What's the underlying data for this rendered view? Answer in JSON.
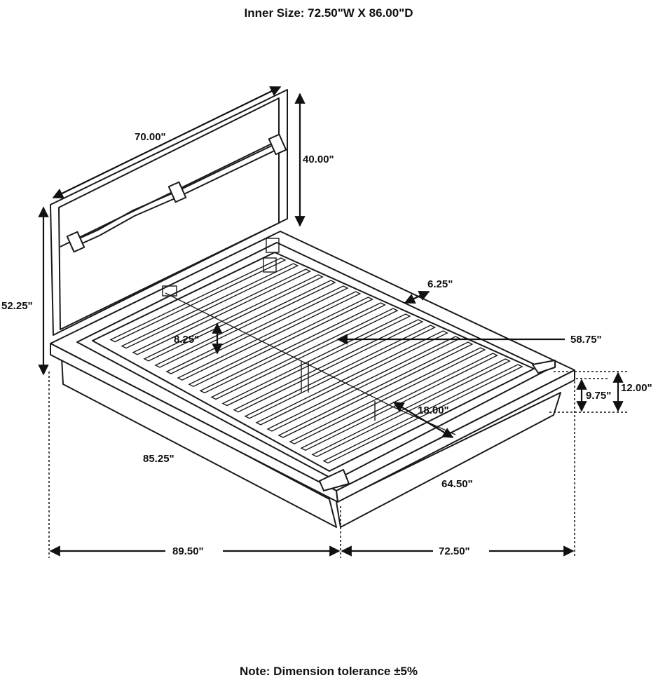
{
  "header": {
    "inner_size": "Inner Size: 72.50\"W X 86.00\"D"
  },
  "footer": {
    "note": "Note: Dimension tolerance ±5%"
  },
  "dimensions": {
    "headboard_width": "70.00\"",
    "headboard_height": "40.00\"",
    "overall_height": "52.25\"",
    "side_rail_width": "6.25\"",
    "slat_clearance": "8.25\"",
    "side_length": "58.75\"",
    "rail_height": "9.75\"",
    "platform_height": "12.00\"",
    "leg_setback": "18.00\"",
    "rail_length": "85.25\"",
    "foot_width": "64.50\"",
    "overall_length": "89.50\"",
    "overall_width": "72.50\""
  },
  "colors": {
    "line": "#1a1a1a",
    "background": "#ffffff"
  }
}
